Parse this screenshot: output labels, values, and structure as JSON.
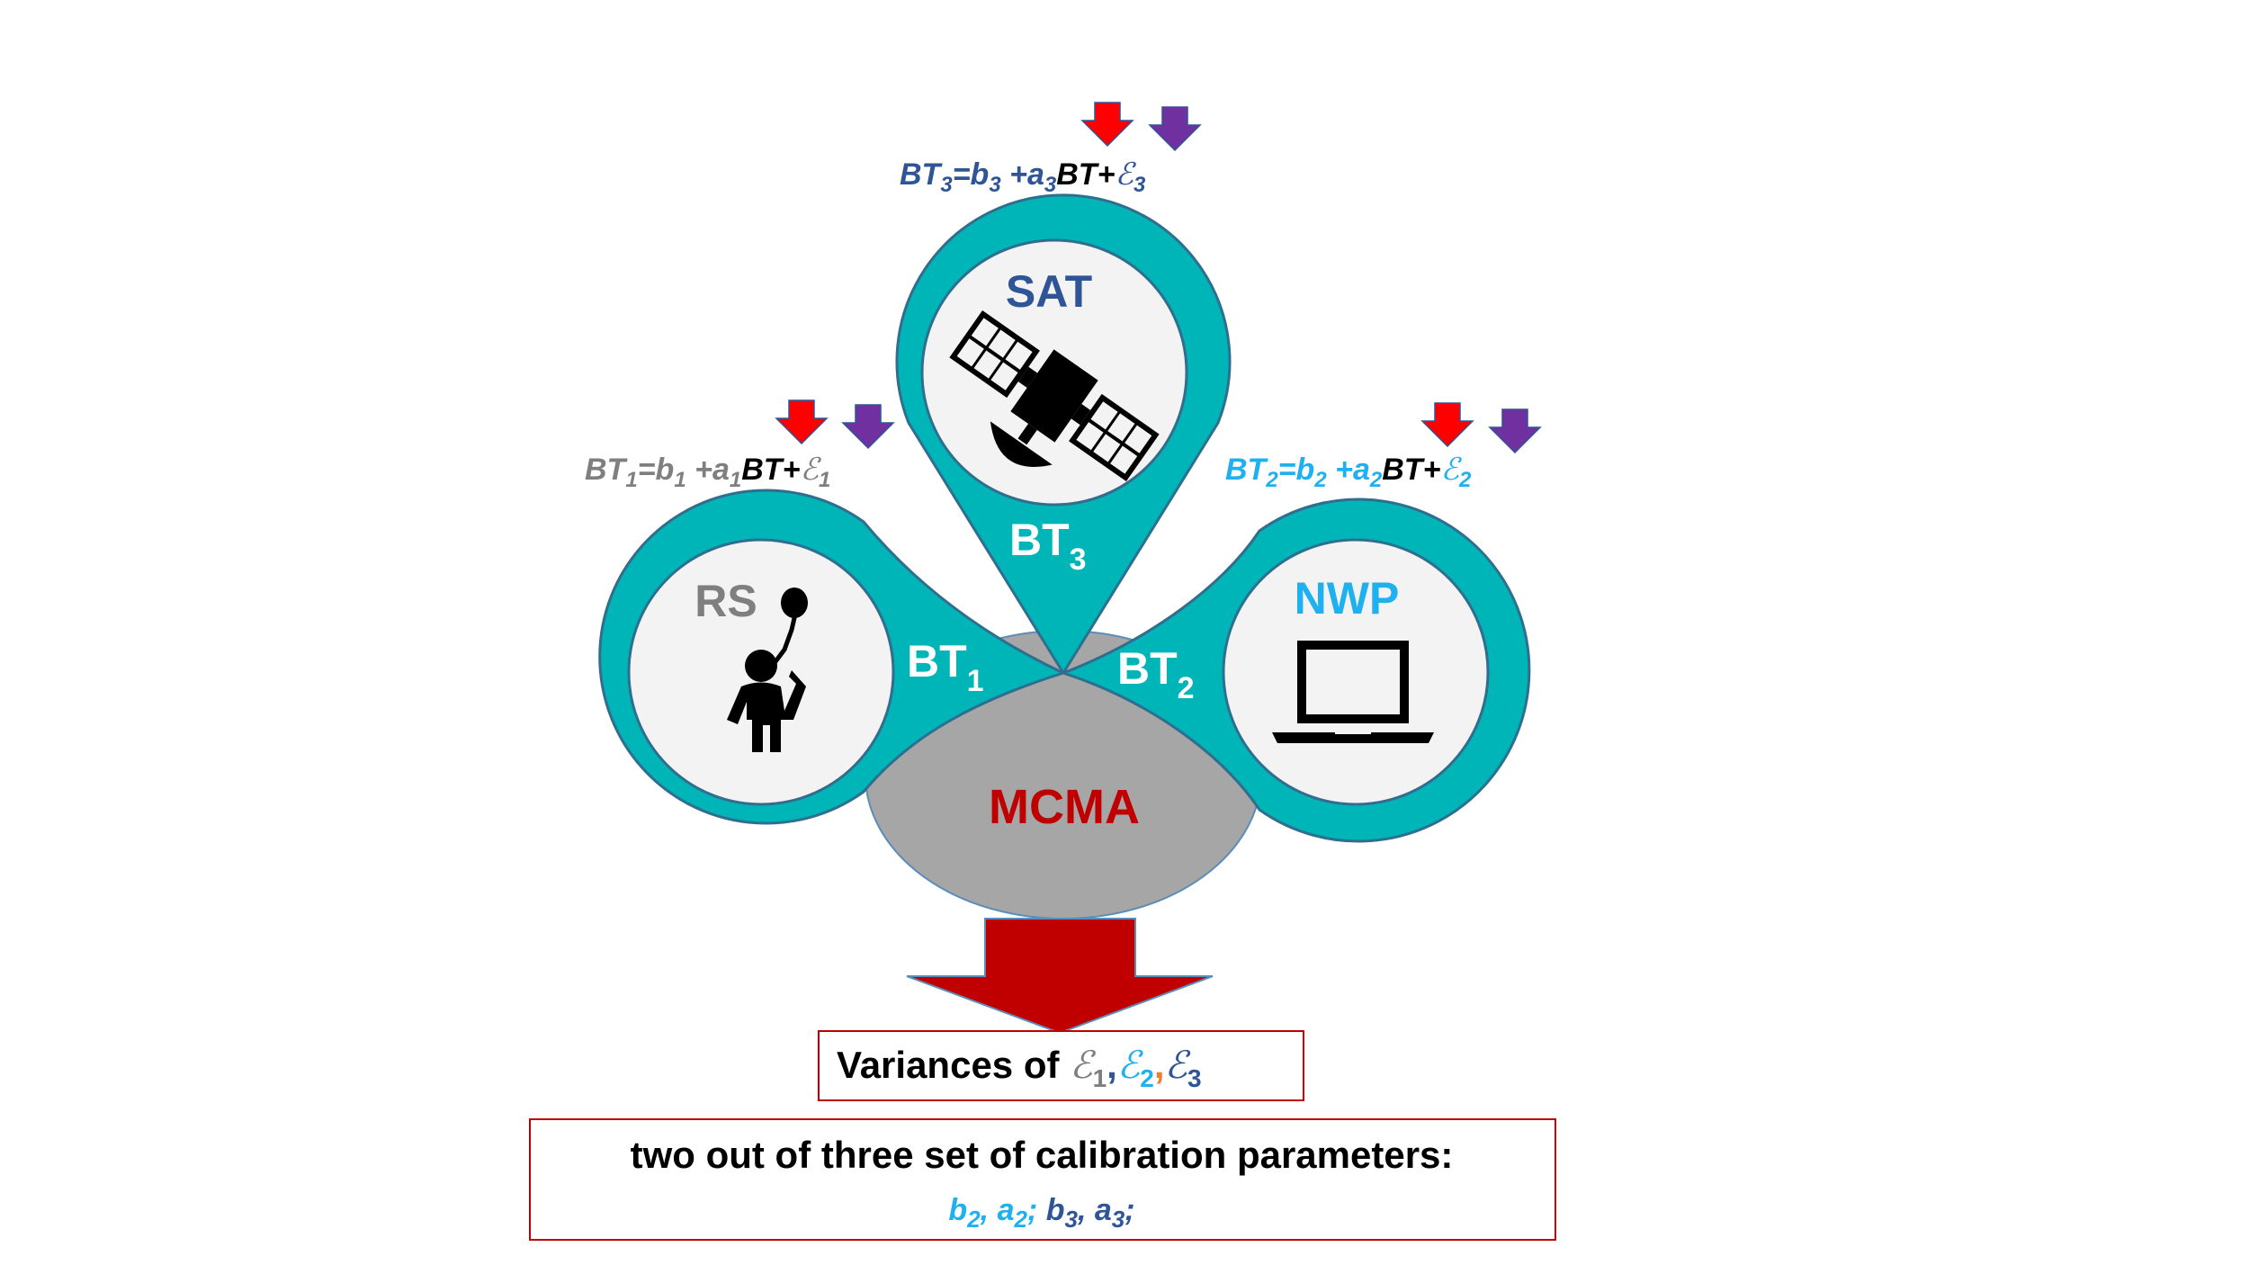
{
  "colors": {
    "teal": "#00B5B8",
    "teal_outline": "#2F6E8E",
    "circle_fill": "#F3F3F3",
    "gray_blob": "#A6A6A6",
    "red": "#FF0000",
    "purple": "#7030A0",
    "dark_red": "#C00000",
    "rs_gray": "#7F7F7F",
    "nwp_blue": "#1FB0F0",
    "sat_blue": "#2F5597",
    "black": "#000000",
    "orange": "#ED7D31"
  },
  "nodes": {
    "sat": {
      "label": "SAT",
      "icon": "satellite-icon",
      "bt_main": "BT",
      "bt_sub": "3"
    },
    "rs": {
      "label": "RS",
      "icon": "person-with-balloon-icon",
      "bt_main": "BT",
      "bt_sub": "1"
    },
    "nwp": {
      "label": "NWP",
      "icon": "laptop-icon",
      "bt_main": "BT",
      "bt_sub": "2"
    }
  },
  "center": {
    "label": "MCMA"
  },
  "equations": {
    "sat": {
      "lhs": "BT",
      "lhs_sub": "3",
      "eq": "=b",
      "b_sub": "3",
      "plus_a": " +a",
      "a_sub": "3",
      "bt": "BT",
      "plus": "+",
      "eps": "ℰ",
      "eps_sub": "3"
    },
    "rs": {
      "lhs": "BT",
      "lhs_sub": "1",
      "eq": "=b",
      "b_sub": "1",
      "plus_a": " +a",
      "a_sub": "1",
      "bt": "BT",
      "plus": "+",
      "eps": "ℰ",
      "eps_sub": "1"
    },
    "nwp": {
      "lhs": "BT",
      "lhs_sub": "2",
      "eq": "=b",
      "b_sub": "2",
      "plus_a": " +a",
      "a_sub": "2",
      "bt": "BT",
      "plus": "+",
      "eps": "ℰ",
      "eps_sub": "2"
    }
  },
  "result_box": {
    "prefix": "Variances of ",
    "eps": "ℰ",
    "sub1": "1",
    "sub2": "2",
    "sub3": "3",
    "comma": ","
  },
  "params_box": {
    "line1": "two out of three set of calibration parameters:",
    "b2": "b",
    "b2_sub": "2",
    "comma_a": ", a",
    "a2_sub": "2",
    "semi": ";",
    "b3": " b",
    "b3_sub": "3",
    "comma_a3": ", a",
    "a3_sub": "3",
    "semi2": ";"
  }
}
